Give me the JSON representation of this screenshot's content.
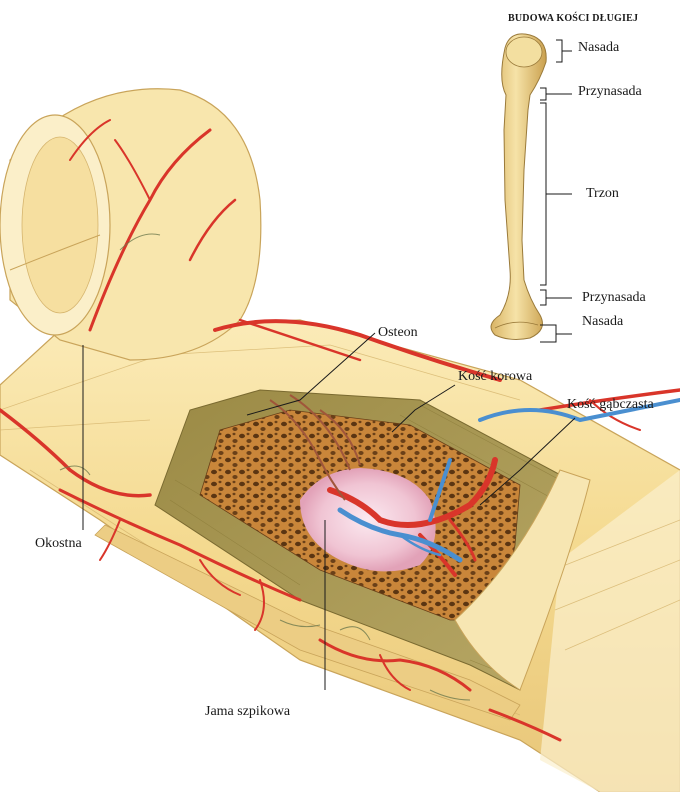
{
  "diagram": {
    "inset_title": "BUDOWA KOŚCI DŁUGIEJ",
    "inset_labels": {
      "nasada_top": "Nasada",
      "przynasada_top": "Przynasada",
      "trzon": "Trzon",
      "przynasada_bottom": "Przynasada",
      "nasada_bottom": "Nasada"
    },
    "main_labels": {
      "osteon": "Osteon",
      "kosc_korowa": "Kość korowa",
      "kosc_gabczasta": "Kość gąbczasta",
      "okostna": "Okostna",
      "jama_szpikowa": "Jama szpikowa"
    },
    "colors": {
      "bone": "#f6df9a",
      "bone_dark": "#e3bf6a",
      "artery": "#d9352a",
      "vein": "#4a8fd0",
      "cortex": "#a89a52",
      "spongy": "#b8742e",
      "marrow": "#f3c9d6"
    }
  }
}
